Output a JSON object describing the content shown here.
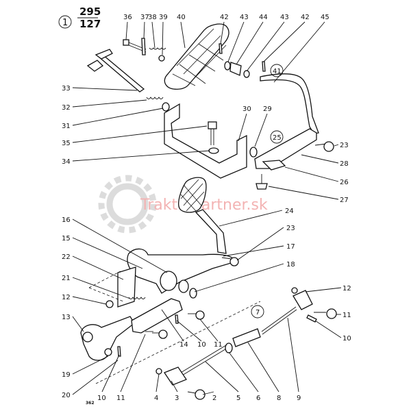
{
  "header": {
    "numerator": "295",
    "denominator": "127",
    "assembly": "1"
  },
  "watermark": {
    "text": "TraktorPartner.sk",
    "color": "#f3b3b3",
    "gear_color": "#dcdcdc"
  },
  "footer": {
    "code": "362"
  },
  "group_marks": [
    "41",
    "25",
    "7"
  ],
  "callouts": {
    "top": [
      "36",
      "37",
      "38",
      "39",
      "40",
      "42",
      "43",
      "44",
      "43",
      "42",
      "45"
    ],
    "upper_left": [
      "33",
      "32",
      "31",
      "35",
      "34"
    ],
    "upper_mid": [
      "30",
      "29"
    ],
    "upper_right": [
      "23",
      "28",
      "26",
      "27"
    ],
    "mid": [
      "24",
      "23",
      "17",
      "18"
    ],
    "left": [
      "16",
      "15",
      "22",
      "21",
      "12",
      "13",
      "19",
      "20"
    ],
    "bottom": [
      "10",
      "11",
      "4",
      "3",
      "2",
      "5",
      "6",
      "8",
      "9"
    ],
    "lower_mid": [
      "14",
      "10",
      "11"
    ],
    "lower_right": [
      "12",
      "11",
      "10"
    ]
  }
}
